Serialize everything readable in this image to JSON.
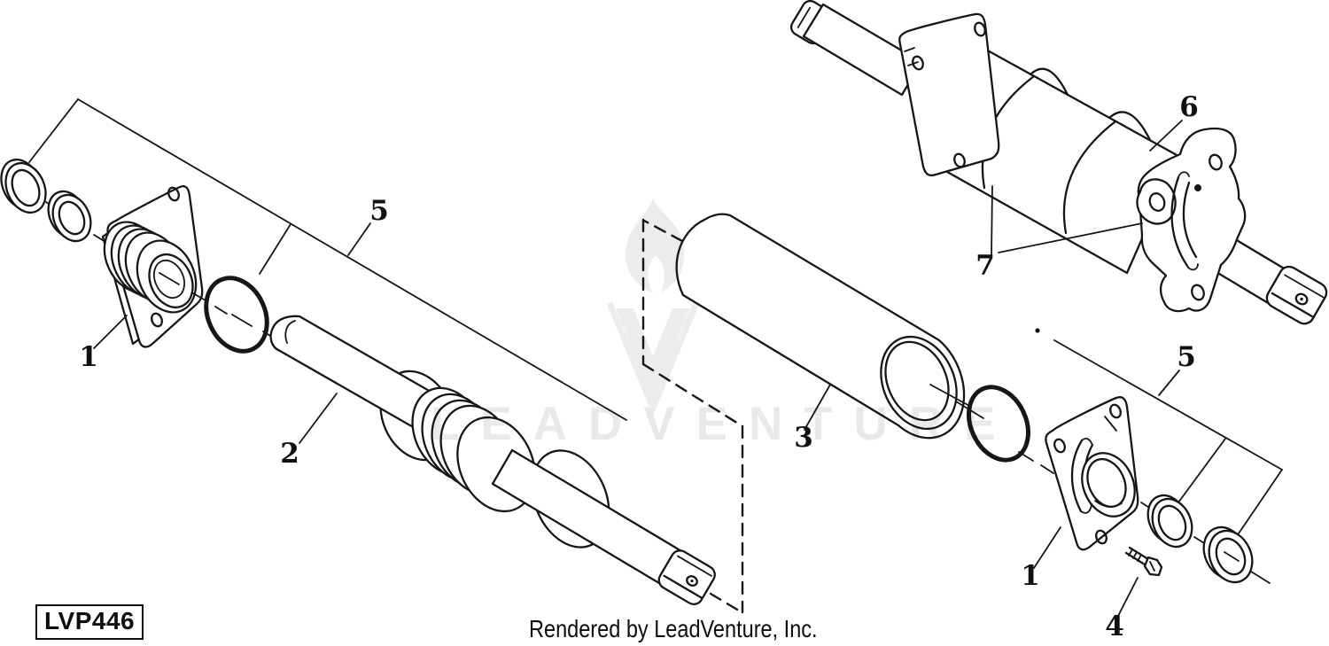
{
  "diagram": {
    "title_hidden": "",
    "figure_code": "LVP446",
    "footer_credit": "Rendered by LeadVenture, Inc.",
    "watermark": {
      "text": "LEADVENTURE",
      "logo_icon": "leadventure-flame-v-logo",
      "color": "#e9e9e9"
    },
    "line_color": "#161616",
    "background_color": "#ffffff",
    "callouts": [
      {
        "text": "1"
      },
      {
        "text": "2"
      },
      {
        "text": "3"
      },
      {
        "text": "4"
      },
      {
        "text": "5"
      },
      {
        "text": "5"
      },
      {
        "text": "6"
      },
      {
        "text": "7"
      },
      {
        "text": "1"
      }
    ]
  }
}
